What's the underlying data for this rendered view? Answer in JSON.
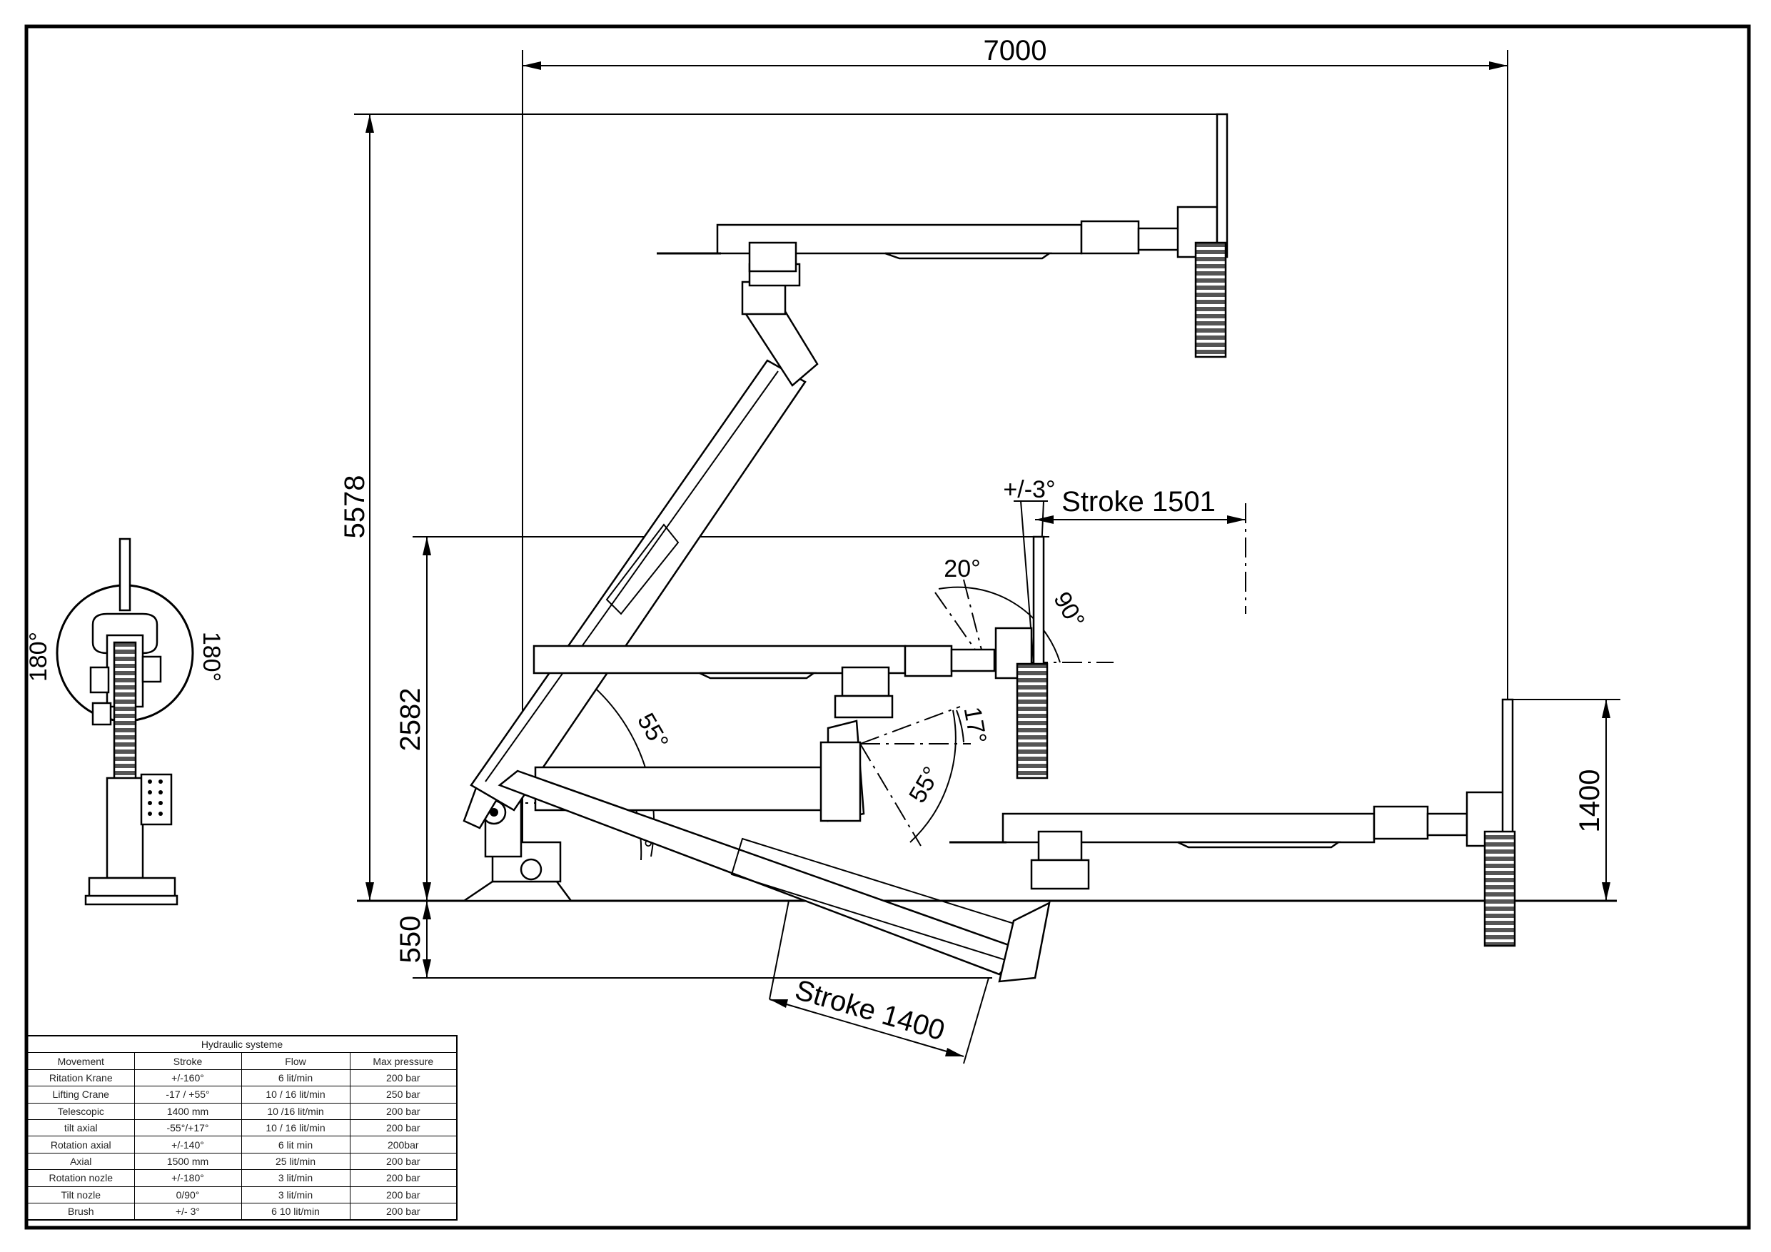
{
  "dimensions": {
    "overall_width": "7000",
    "overall_height": "5578",
    "mid_height": "2582",
    "below_ground": "550",
    "right_height": "1400",
    "stroke_axial": "Stroke 1501",
    "stroke_telescopic": "Stroke 1400"
  },
  "angles": {
    "brush_tilt": "+/-3°",
    "nozzle_20": "20°",
    "nozzle_90": "90°",
    "lift_up": "55°",
    "tilt_up": "17°",
    "tilt_down": "55°",
    "lift_down": "17°",
    "rotation_left": "180°",
    "rotation_right": "180°"
  },
  "table": {
    "title": "Hydraulic systeme",
    "headers": [
      "Movement",
      "Stroke",
      "Flow",
      "Max pressure"
    ],
    "rows": [
      [
        "Ritation Krane",
        "+/-160°",
        "6 lit/min",
        "200 bar"
      ],
      [
        "Lifting Crane",
        "-17 / +55°",
        "10 / 16 lit/min",
        "250 bar"
      ],
      [
        "Telescopic",
        "1400 mm",
        "10 /16 lit/min",
        "200 bar"
      ],
      [
        "tilt axial",
        "-55°/+17°",
        "10 / 16 lit/min",
        "200 bar"
      ],
      [
        "Rotation axial",
        "+/-140°",
        "6 lit min",
        "200bar"
      ],
      [
        "Axial",
        "1500 mm",
        "25 lit/min",
        "200 bar"
      ],
      [
        "Rotation nozle",
        "+/-180°",
        "3 lit/min",
        "200 bar"
      ],
      [
        "Tilt nozle",
        "0/90°",
        "3 lit/min",
        "200 bar"
      ],
      [
        "Brush",
        "+/- 3°",
        "6 10 lit/min",
        "200 bar"
      ]
    ]
  }
}
